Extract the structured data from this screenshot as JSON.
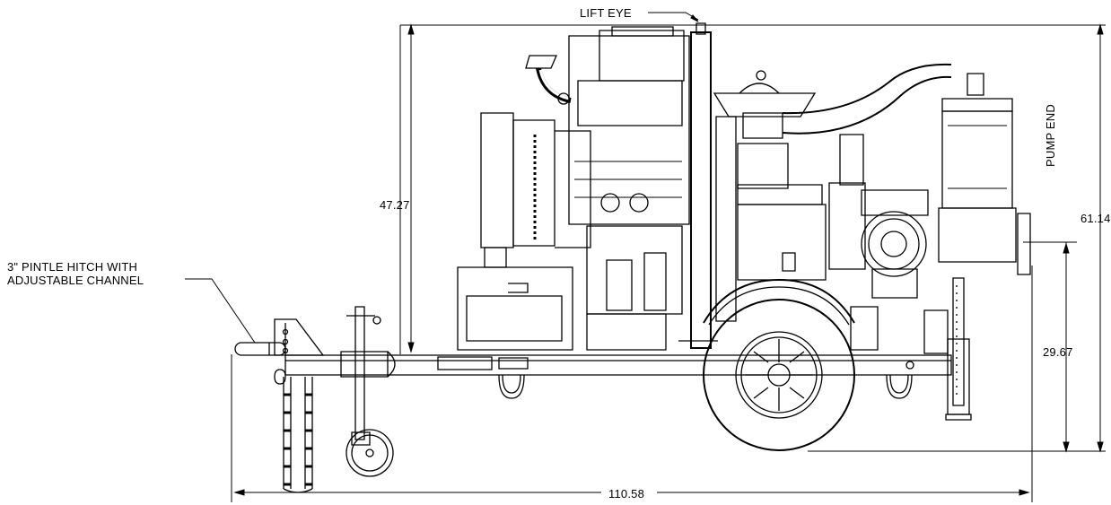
{
  "callouts": {
    "lift_eye": "LIFT EYE",
    "hitch_line1": "3\" PINTLE HITCH WITH",
    "hitch_line2": "ADJUSTABLE CHANNEL",
    "pump_end": "PUMP END"
  },
  "dimensions": {
    "engine_height": "47.27",
    "overall_height": "61.14",
    "discharge_height": "29.67",
    "overall_length": "110.58"
  }
}
